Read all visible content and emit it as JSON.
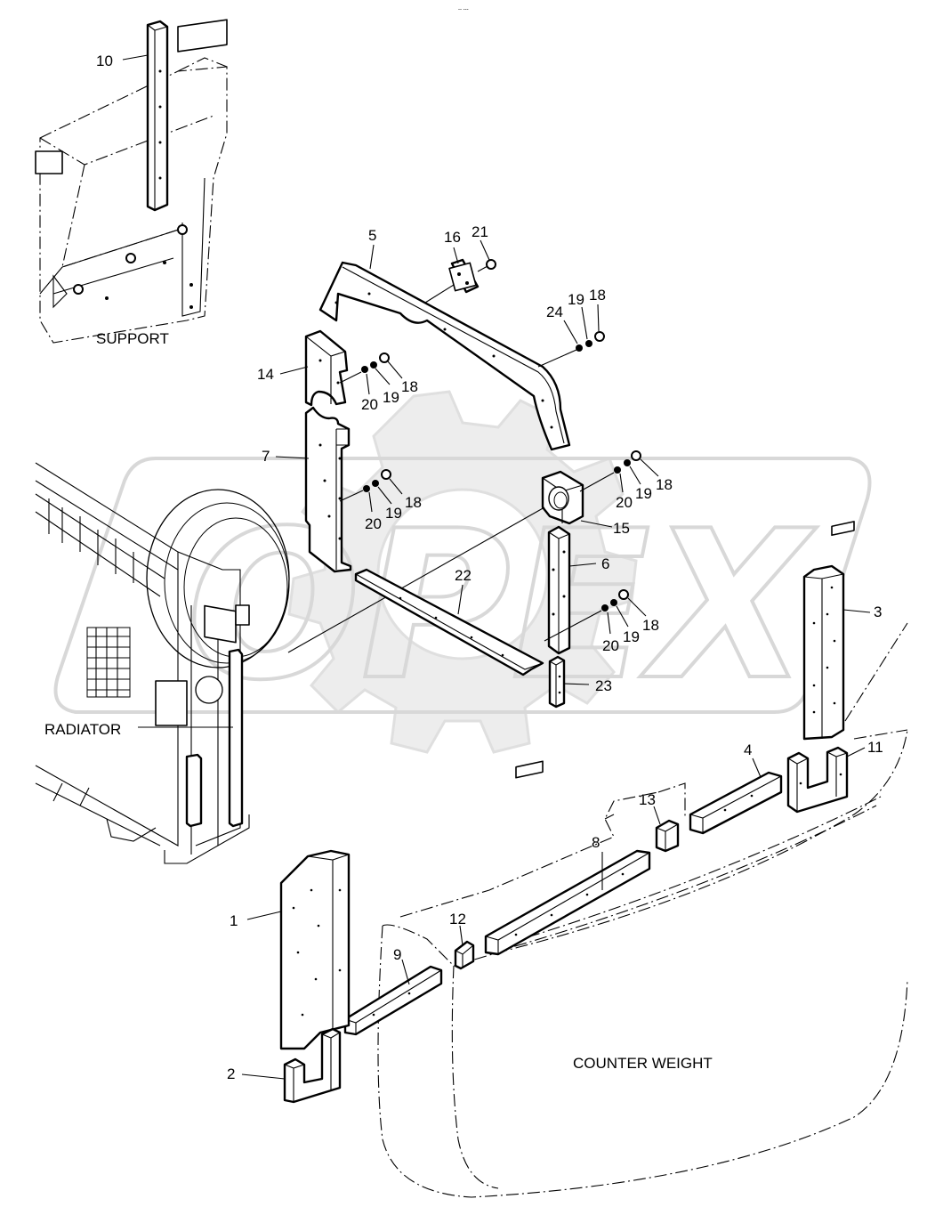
{
  "header": {
    "mark": "-- ---"
  },
  "sections": {
    "support": "SUPPORT",
    "radiator": "RADIATOR",
    "counter_weight": "COUNTER WEIGHT"
  },
  "watermark": {
    "text": "OPEX"
  },
  "parts": {
    "p1": "1",
    "p2": "2",
    "p3": "3",
    "p4": "4",
    "p5": "5",
    "p6": "6",
    "p7": "7",
    "p8": "8",
    "p9": "9",
    "p10": "10",
    "p11": "11",
    "p12": "12",
    "p13": "13",
    "p14": "14",
    "p15": "15",
    "p16": "16",
    "p21": "21",
    "p22": "22",
    "p23": "23",
    "p24": "24",
    "fasteners": {
      "a": {
        "n20": "20",
        "n19": "19",
        "n18": "18"
      },
      "b": {
        "n20": "20",
        "n19": "19",
        "n18": "18"
      },
      "c": {
        "n20": "20",
        "n19": "19",
        "n18": "18"
      },
      "d": {
        "n20": "20",
        "n19": "19",
        "n18": "18"
      },
      "top": {
        "n19": "19",
        "n18": "18"
      }
    }
  }
}
